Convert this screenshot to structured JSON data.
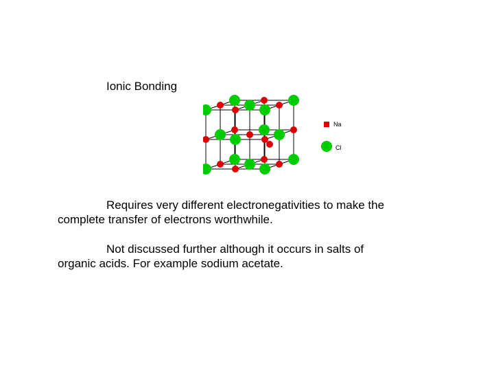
{
  "slide": {
    "title": "Ionic Bonding",
    "paragraphs": [
      "Requires very different electronegativities to make the complete transfer of electrons worthwhile.",
      "Not discussed further although it occurs in salts of organic acids.  For example sodium acetate."
    ]
  },
  "lattice": {
    "legend": [
      {
        "label": "Na",
        "color": "#dd0000"
      },
      {
        "label": "Cl",
        "color": "#00cc00"
      }
    ],
    "colors": {
      "na": "#dd0000",
      "cl": "#00cc00",
      "line": "#000000"
    }
  }
}
